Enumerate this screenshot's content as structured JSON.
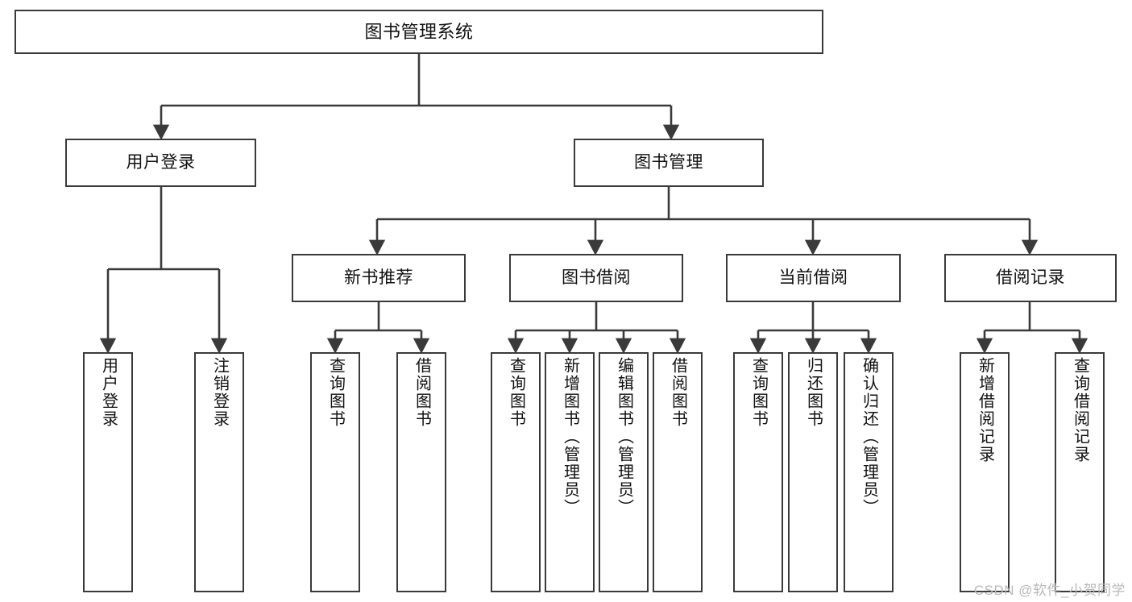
{
  "diagram": {
    "title": "图书管理系统",
    "type": "tree-structure-chart",
    "colors": {
      "box_border": "#3a3a3a",
      "box_fill": "#ffffff",
      "edge": "#3a3a3a",
      "text": "#111111",
      "watermark": "#b9b9b9"
    },
    "root": {
      "label": "图书管理系统"
    },
    "level2": [
      {
        "label": "用户登录"
      },
      {
        "label": "图书管理"
      }
    ],
    "level3": [
      {
        "label": "新书推荐"
      },
      {
        "label": "图书借阅"
      },
      {
        "label": "当前借阅"
      },
      {
        "label": "借阅记录"
      }
    ],
    "leaves": {
      "user_login": [
        {
          "label": "用户登录"
        },
        {
          "label": "注销登录"
        }
      ],
      "new_book_recommend": [
        {
          "label": "查询图书"
        },
        {
          "label": "借阅图书"
        }
      ],
      "book_borrow": [
        {
          "label": "查询图书"
        },
        {
          "label": "新增图书（管理员）"
        },
        {
          "label": "编辑图书（管理员）"
        },
        {
          "label": "借阅图书"
        }
      ],
      "current_borrow": [
        {
          "label": "查询图书"
        },
        {
          "label": "归还图书"
        },
        {
          "label": "确认归还（管理员）"
        }
      ],
      "borrow_record": [
        {
          "label": "新增借阅记录"
        },
        {
          "label": "查询借阅记录"
        }
      ]
    }
  },
  "watermark": {
    "text": "CSDN @软件_小贺同学"
  }
}
